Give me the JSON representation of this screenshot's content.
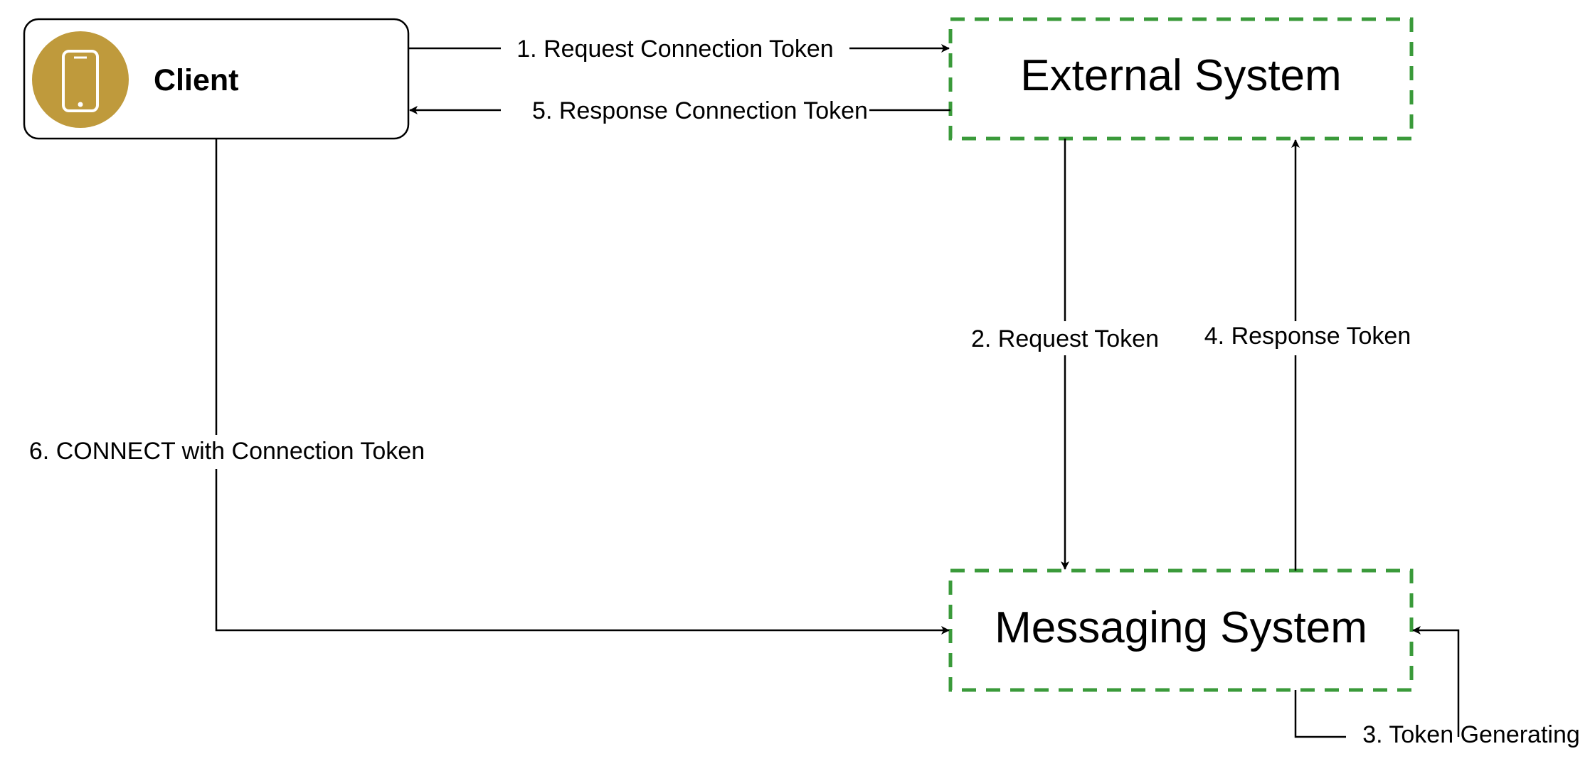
{
  "nodes": {
    "client": {
      "label": "Client",
      "icon": "smartphone-icon"
    },
    "external_system": {
      "label": "External System"
    },
    "messaging_system": {
      "label": "Messaging System"
    }
  },
  "edges": {
    "step1": "1. Request Connection Token",
    "step2": "2. Request Token",
    "step3": "3. Token Generating",
    "step4": "4. Response Token",
    "step5": "5. Response Connection Token",
    "step6": "6. CONNECT with Connection Token"
  },
  "colors": {
    "client_icon": "#bf9a3c",
    "dashed_border": "#3a9a3a",
    "line": "#000000"
  }
}
